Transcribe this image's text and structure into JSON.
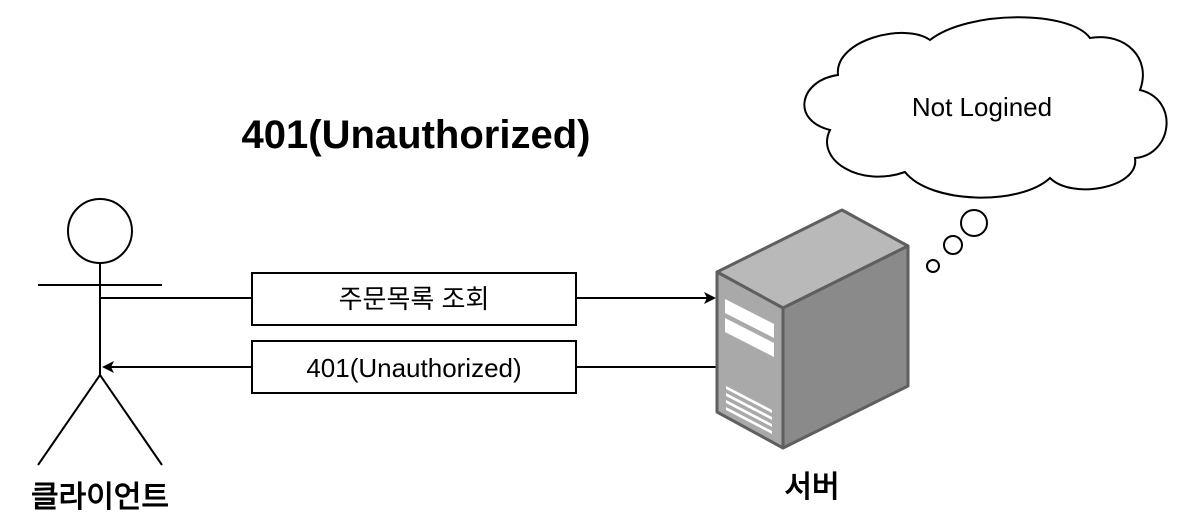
{
  "title": "401(Unauthorized)",
  "client": {
    "label": "클라이언트"
  },
  "server": {
    "label": "서버"
  },
  "request": {
    "label": "주문목록 조회"
  },
  "response": {
    "label": "401(Unauthorized)"
  },
  "thought": {
    "text": "Not Logined"
  }
}
